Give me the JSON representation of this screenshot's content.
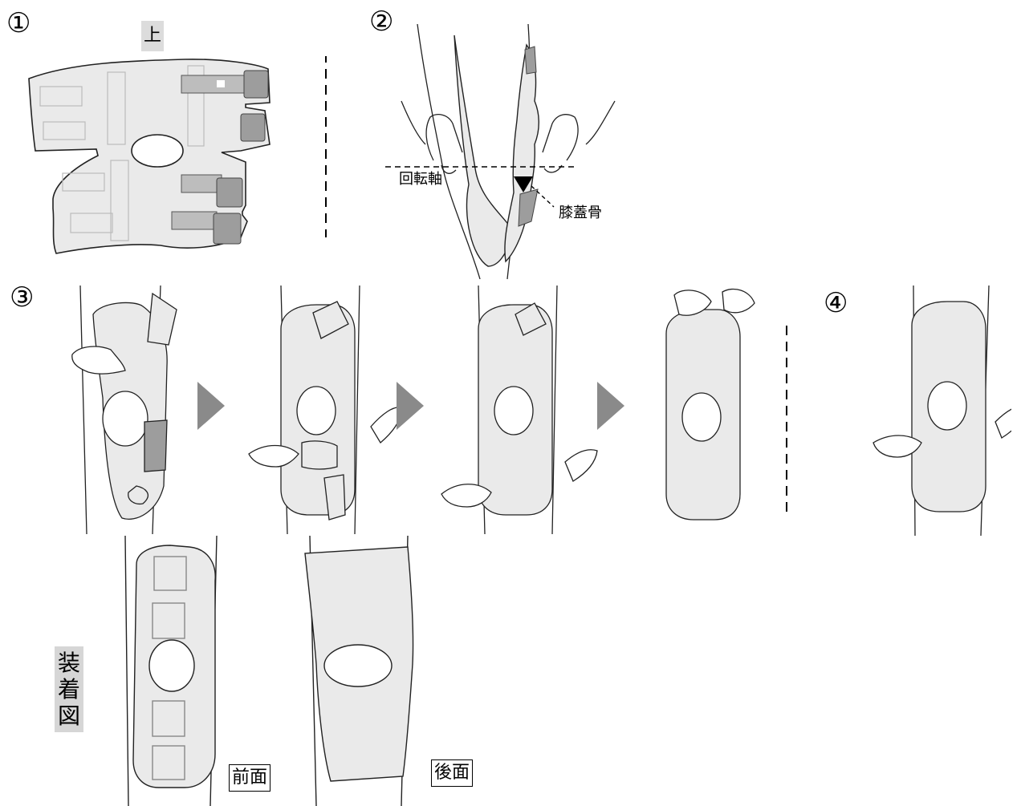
{
  "steps": {
    "s1": "①",
    "s2": "②",
    "s3": "③",
    "s4": "④"
  },
  "labels": {
    "top": "上",
    "rotation_axis": "回転軸",
    "kneecap": "膝蓋骨",
    "worn_vertical": "装着図",
    "front": "前面",
    "back": "後面"
  },
  "colors": {
    "pad_fill": "#eaeaea",
    "strap_fill": "#bdbdbd",
    "tab_fill": "#9d9d9d",
    "arrow_fill": "#8a8a8a",
    "label_bg": "#d6d6d6",
    "outline": "#222222"
  },
  "icons": {
    "next_arrow": "triangle-right-icon",
    "kneecap_marker": "triangle-down-icon"
  }
}
